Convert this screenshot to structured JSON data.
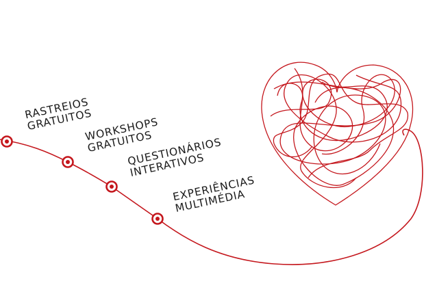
{
  "colors": {
    "accent": "#c4161c",
    "text": "#1a1a1a"
  },
  "steps": [
    {
      "line1": "RASTREIOS",
      "line2": "GRATUITOS"
    },
    {
      "line1": "WORKSHOPS",
      "line2": "GRATUITOS"
    },
    {
      "line1": "QUESTIONÁRIOS",
      "line2": "INTERATIVOS"
    },
    {
      "line1": "EXPERIÊNCIAS",
      "line2": "MULTIMÉDIA"
    }
  ],
  "illustration": "heart-scribble"
}
